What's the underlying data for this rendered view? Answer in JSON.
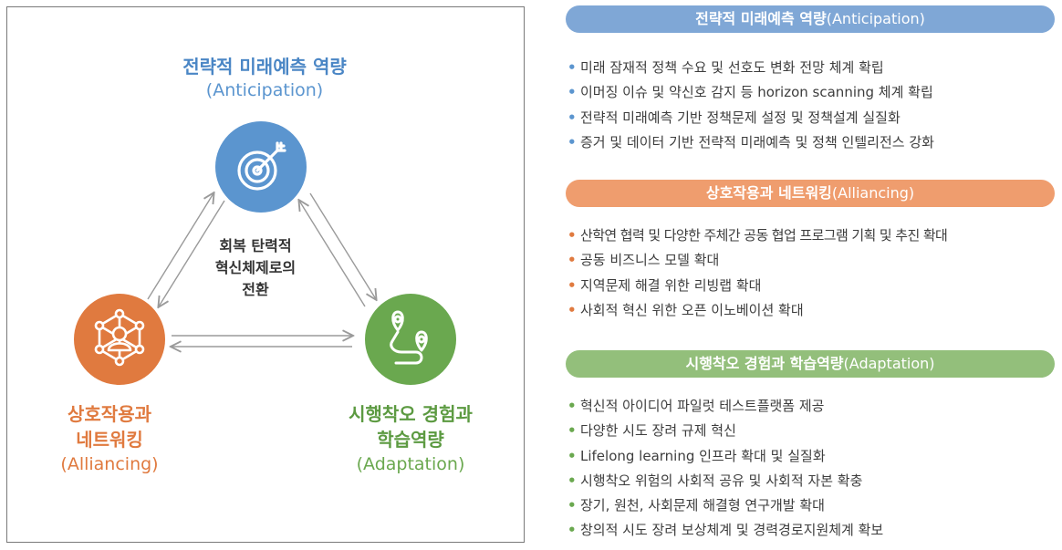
{
  "colors": {
    "blue": "#5b95cf",
    "orange": "#e07a3f",
    "green": "#6aa84f",
    "blue_bar": "#7fa7d6",
    "orange_bar": "#ef9d6e",
    "green_bar": "#93bf7b",
    "arrow": "#9a9a9a"
  },
  "diagram": {
    "anticipation": {
      "title": "전략적 미래예측 역량",
      "subtitle": "(Anticipation)",
      "icon": "target-icon"
    },
    "alliancing": {
      "title_line1": "상호작용과",
      "title_line2": "네트워킹",
      "subtitle": "(Alliancing)",
      "icon": "network-people-icon"
    },
    "adaptation": {
      "title_line1": "시행착오 경험과",
      "title_line2": "학습역량",
      "subtitle": "(Adaptation)",
      "icon": "route-map-icon"
    },
    "center": {
      "line1": "회복 탄력적",
      "line2": "혁신체제로의",
      "line3": "전환"
    }
  },
  "sections": [
    {
      "title_ko": "전략적 미래예측 역량",
      "title_en": "(Anticipation)",
      "items": [
        "미래 잠재적 정책 수요 및 선호도 변화 전망 체계 확립",
        "이머징 이슈 및 약신호 감지 등 horizon scanning  체계 확립",
        "전략적 미래예측 기반 정책문제 설정 및 정책설계 실질화",
        "증거 및 데이터 기반 전략적 미래예측 및 정책 인텔리전스 강화"
      ]
    },
    {
      "title_ko": "상호작용과 네트워킹",
      "title_en": "(Alliancing)",
      "items": [
        "산학연 협력 및 다양한 주체간 공동 협업 프로그램 기획 및 추진 확대",
        "공동 비즈니스 모델 확대",
        "지역문제 해결 위한 리빙랩 확대",
        "사회적 혁신 위한 오픈 이노베이션 확대"
      ]
    },
    {
      "title_ko": "시행착오 경험과 학습역량",
      "title_en": "(Adaptation)",
      "items": [
        "혁신적 아이디어 파일럿 테스트플랫폼 제공",
        "다양한 시도 장려 규제 혁신",
        "Lifelong learning 인프라 확대 및 실질화",
        "시행착오 위험의 사회적 공유 및 사회적 자본 확충",
        "장기, 원천, 사회문제 해결형 연구개발 확대",
        "창의적 시도 장려 보상체계 및 경력경로지원체계 확보"
      ]
    }
  ]
}
